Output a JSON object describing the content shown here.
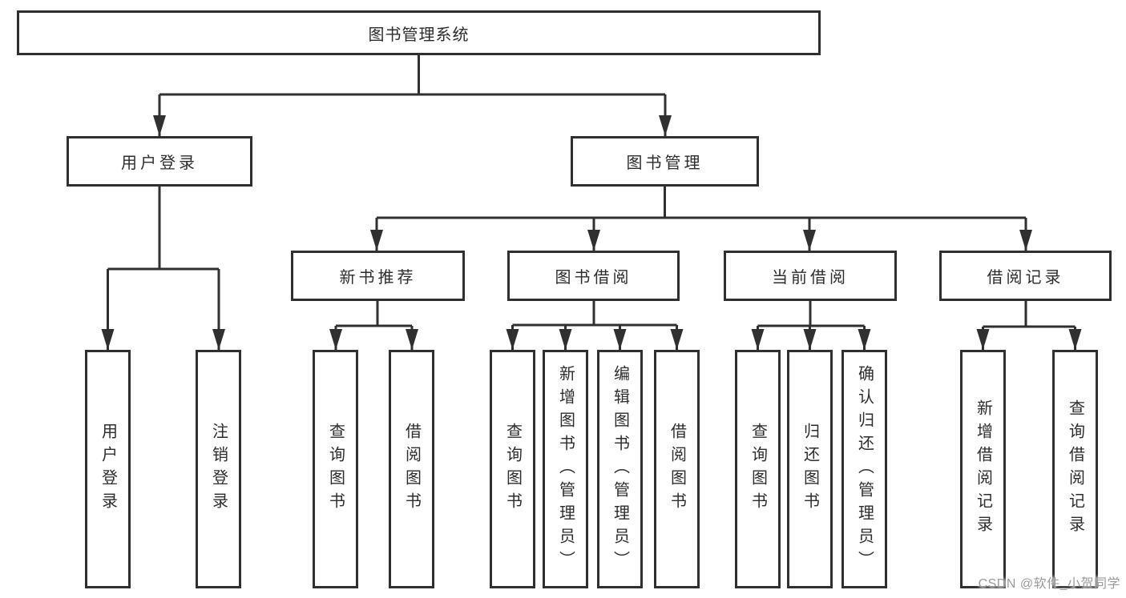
{
  "diagram": {
    "root": {
      "label": "图书管理系统"
    },
    "user_login": {
      "label": "用户登录",
      "children": [
        {
          "label": "用户登录"
        },
        {
          "label": "注销登录"
        }
      ]
    },
    "book_mgmt": {
      "label": "图书管理",
      "modules": {
        "new_book_rec": {
          "label": "新书推荐",
          "children": [
            {
              "label": "查询图书"
            },
            {
              "label": "借阅图书"
            }
          ]
        },
        "book_borrow": {
          "label": "图书借阅",
          "children": [
            {
              "label": "查询图书"
            },
            {
              "label": "新增图书（管理员）"
            },
            {
              "label": "编辑图书（管理员）"
            },
            {
              "label": "借阅图书"
            }
          ]
        },
        "current_borrow": {
          "label": "当前借阅",
          "children": [
            {
              "label": "查询图书"
            },
            {
              "label": "归还图书"
            },
            {
              "label": "确认归还（管理员）"
            }
          ]
        },
        "borrow_records": {
          "label": "借阅记录",
          "children": [
            {
              "label": "新增借阅记录"
            },
            {
              "label": "查询借阅记录"
            }
          ]
        }
      }
    }
  },
  "watermark": {
    "text": "CSDN @软件_小贺同学"
  },
  "colors": {
    "line": "#303030",
    "text": "#2d2d2d",
    "background": "#ffffff",
    "watermark": "#9b9b9b"
  }
}
